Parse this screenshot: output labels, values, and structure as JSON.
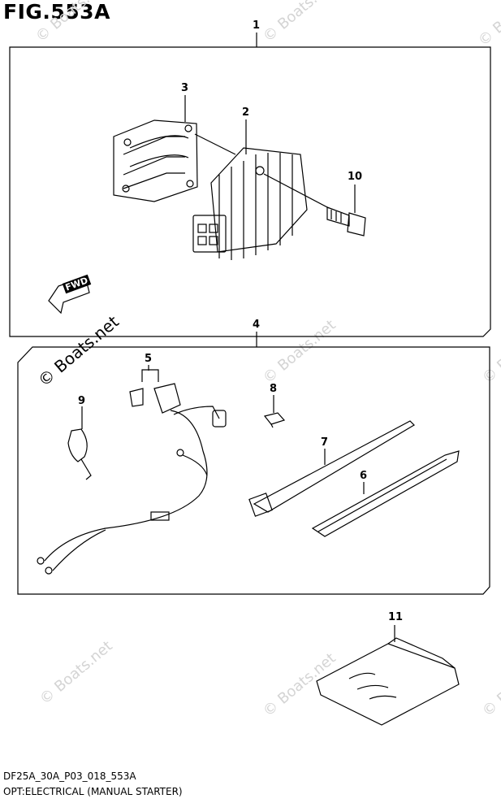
{
  "figure": {
    "title": "FIG.553A"
  },
  "footer": {
    "code": "DF25A_30A_P03_018_553A",
    "caption": "OPT:ELECTRICAL (MANUAL STARTER)"
  },
  "direction_label": "FWD",
  "watermark": {
    "text": "© Boats.net"
  },
  "callouts": [
    {
      "label": "1",
      "part": "kit"
    },
    {
      "label": "2",
      "part": "regulator"
    },
    {
      "label": "3",
      "part": "bracket"
    },
    {
      "label": "4",
      "part": "harness-kit"
    },
    {
      "label": "5",
      "part": "fuse-connector"
    },
    {
      "label": "6",
      "part": "band"
    },
    {
      "label": "7",
      "part": "cable-tie"
    },
    {
      "label": "8",
      "part": "screw"
    },
    {
      "label": "9",
      "part": "clamp"
    },
    {
      "label": "10",
      "part": "bolt"
    },
    {
      "label": "11",
      "part": "bag"
    }
  ]
}
